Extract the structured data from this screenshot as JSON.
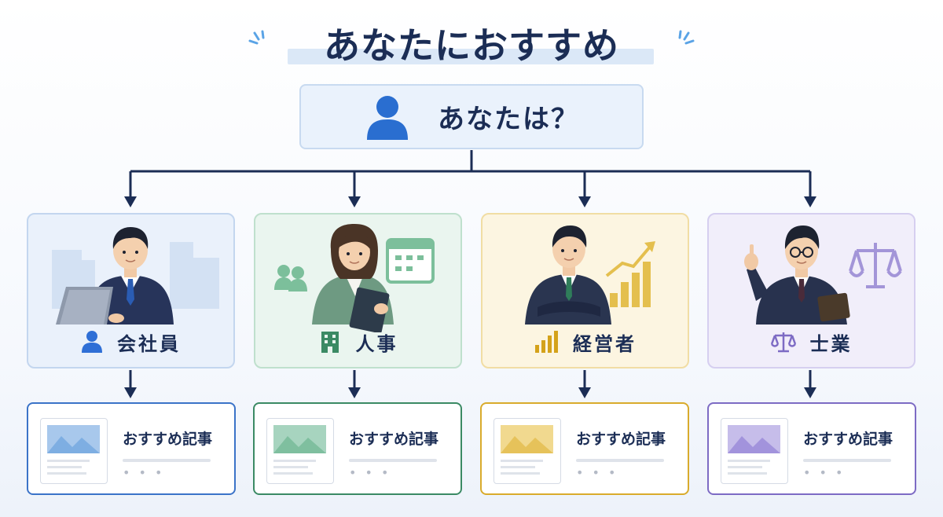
{
  "title": "あなたにおすすめ",
  "root": {
    "label": "あなたは？",
    "icon": "person-icon"
  },
  "categories": [
    {
      "label": "会社員",
      "icon": "person-icon",
      "illustration": "office-worker-illustration",
      "accent": "#2f6fd6",
      "bg": "#eaf1fb",
      "border": "#c3d6ef"
    },
    {
      "label": "人事",
      "icon": "building-icon",
      "illustration": "hr-staff-illustration",
      "accent": "#3b8a64",
      "bg": "#eaf5ef",
      "border": "#bfe0cd"
    },
    {
      "label": "経営者",
      "icon": "bar-chart-icon",
      "illustration": "executive-illustration",
      "accent": "#d4a21a",
      "bg": "#fcf5e1",
      "border": "#f1dda4"
    },
    {
      "label": "士業",
      "icon": "scales-icon",
      "illustration": "professional-illustration",
      "accent": "#7d6bc4",
      "bg": "#f1eefa",
      "border": "#d6cff0"
    }
  ],
  "articles": [
    {
      "label": "おすすめ記事",
      "more": "• • •",
      "accent": "#3b73c8",
      "thumb_color": "#a8c8ec"
    },
    {
      "label": "おすすめ記事",
      "more": "• • •",
      "accent": "#3b8a64",
      "thumb_color": "#a7d4bf"
    },
    {
      "label": "おすすめ記事",
      "more": "• • •",
      "accent": "#d9ab2c",
      "thumb_color": "#f1d98f"
    },
    {
      "label": "おすすめ記事",
      "more": "• • •",
      "accent": "#7d6bc4",
      "thumb_color": "#c6bdea"
    }
  ]
}
